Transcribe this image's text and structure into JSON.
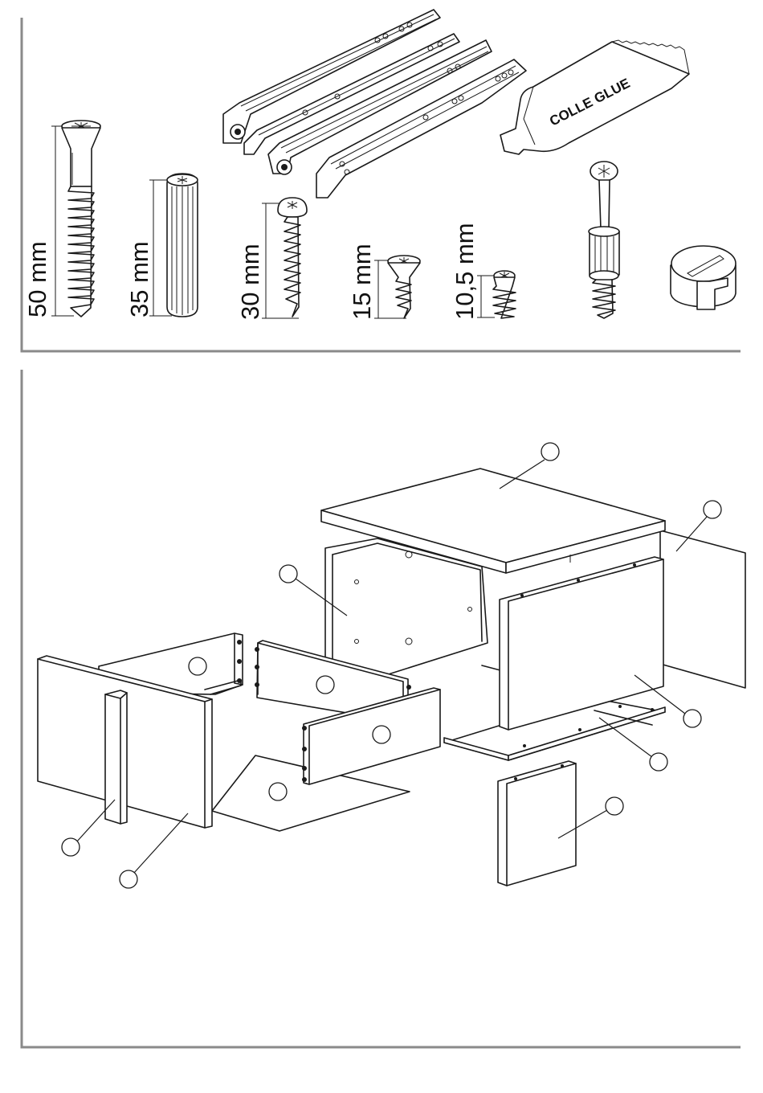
{
  "hardware": {
    "screw_50": {
      "length_label": "50 mm"
    },
    "dowel_35": {
      "length_label": "35 mm"
    },
    "screw_30": {
      "length_label": "30 mm"
    },
    "screw_15": {
      "length_label": "15 mm"
    },
    "screw_10_5": {
      "length_label": "10,5 mm"
    },
    "glue_tube": {
      "text": "COLLE GLUE"
    },
    "drawer_runners": {
      "icon": "drawer-runner-icon",
      "count": 4
    },
    "cam_bolt": {
      "icon": "cam-bolt-icon"
    },
    "cam_lock": {
      "icon": "cam-lock-icon"
    }
  },
  "exploded_view": {
    "callouts": [
      {
        "id": "top-panel",
        "text": ""
      },
      {
        "id": "right-side-panel",
        "text": ""
      },
      {
        "id": "back-panel",
        "text": ""
      },
      {
        "id": "front-divider-panel",
        "text": ""
      },
      {
        "id": "bottom-rail",
        "text": ""
      },
      {
        "id": "base-panel",
        "text": ""
      },
      {
        "id": "small-door-panel",
        "text": ""
      },
      {
        "id": "drawer-back",
        "text": ""
      },
      {
        "id": "drawer-side-left",
        "text": ""
      },
      {
        "id": "drawer-side-right",
        "text": ""
      },
      {
        "id": "drawer-bottom",
        "text": ""
      },
      {
        "id": "drawer-front",
        "text": ""
      },
      {
        "id": "drawer-handle",
        "text": ""
      }
    ]
  },
  "colors": {
    "frame": "#8a8a8a",
    "line": "#1a1a1a",
    "fill": "#ffffff"
  }
}
